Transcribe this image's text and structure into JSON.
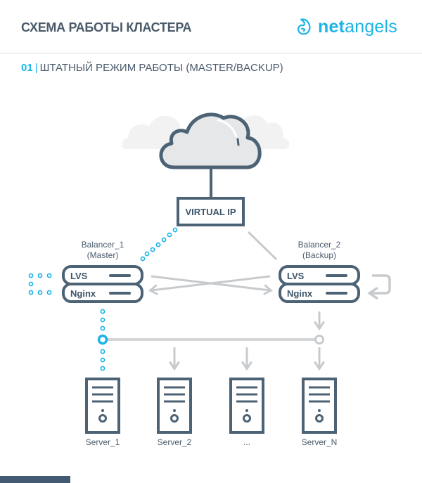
{
  "header": {
    "title": "СХЕМА РАБОТЫ КЛАСТЕРА",
    "logo": {
      "bold": "net",
      "regular": "angels",
      "icon": "angel-wing-icon"
    }
  },
  "subtitle": {
    "number": "01",
    "separator": "|",
    "text": "ШТАТНЫЙ РЕЖИМ РАБОТЫ (MASTER/BACKUP)"
  },
  "colors": {
    "accent": "#1ab4e6",
    "dark": "#435b72",
    "gray": "#c8cbce",
    "text": "#4a5a6a"
  },
  "diagram": {
    "cloud": {
      "icon": "cloud-icon"
    },
    "virtual_ip": {
      "label": "VIRTUAL IP"
    },
    "balancers": [
      {
        "name": "Balancer_1",
        "role": "(Master)",
        "services": [
          "LVS",
          "Nginx"
        ],
        "state": "active"
      },
      {
        "name": "Balancer_2",
        "role": "(Backup)",
        "services": [
          "LVS",
          "Nginx"
        ],
        "state": "standby"
      }
    ],
    "servers": [
      {
        "label": "Server_1",
        "icon": "server-icon"
      },
      {
        "label": "Server_2",
        "icon": "server-icon"
      },
      {
        "label": "...",
        "icon": "server-icon"
      },
      {
        "label": "Server_N",
        "icon": "server-icon"
      }
    ]
  }
}
